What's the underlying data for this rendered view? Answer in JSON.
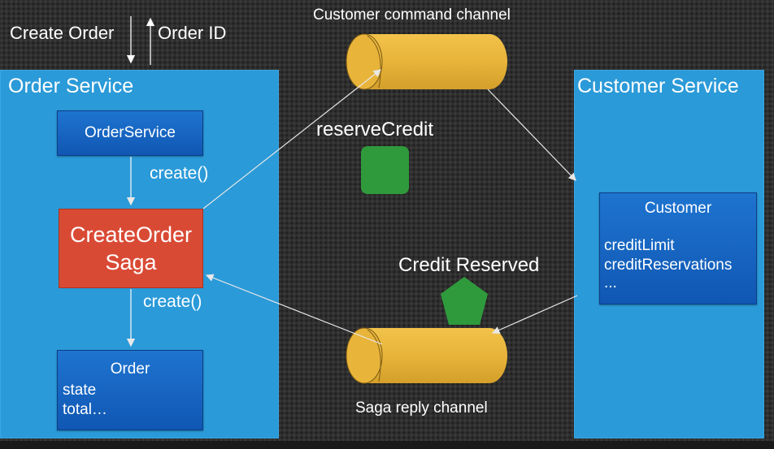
{
  "top": {
    "create_order": "Create Order",
    "order_id": "Order ID"
  },
  "order_service": {
    "title": "Order Service",
    "order_service_box": "OrderService",
    "create_call_1": "create()",
    "saga_line1": "CreateOrder",
    "saga_line2": "Saga",
    "create_call_2": "create()",
    "order_box": {
      "title": "Order",
      "fields": [
        "state",
        "total…"
      ]
    }
  },
  "channels": {
    "command_channel": "Customer command channel",
    "reply_channel": "Saga reply channel",
    "reserve_credit": "reserveCredit",
    "credit_reserved": "Credit Reserved"
  },
  "customer_service": {
    "title": "Customer Service",
    "customer_box": {
      "title": "Customer",
      "fields": [
        "creditLimit",
        "creditReservations",
        "..."
      ]
    }
  },
  "colors": {
    "service_blue": "#2b9ad8",
    "box_blue": "#1565c0",
    "saga_red": "#d94a35",
    "channel_yellow": "#e8b43a",
    "message_green": "#2f9a3c"
  }
}
